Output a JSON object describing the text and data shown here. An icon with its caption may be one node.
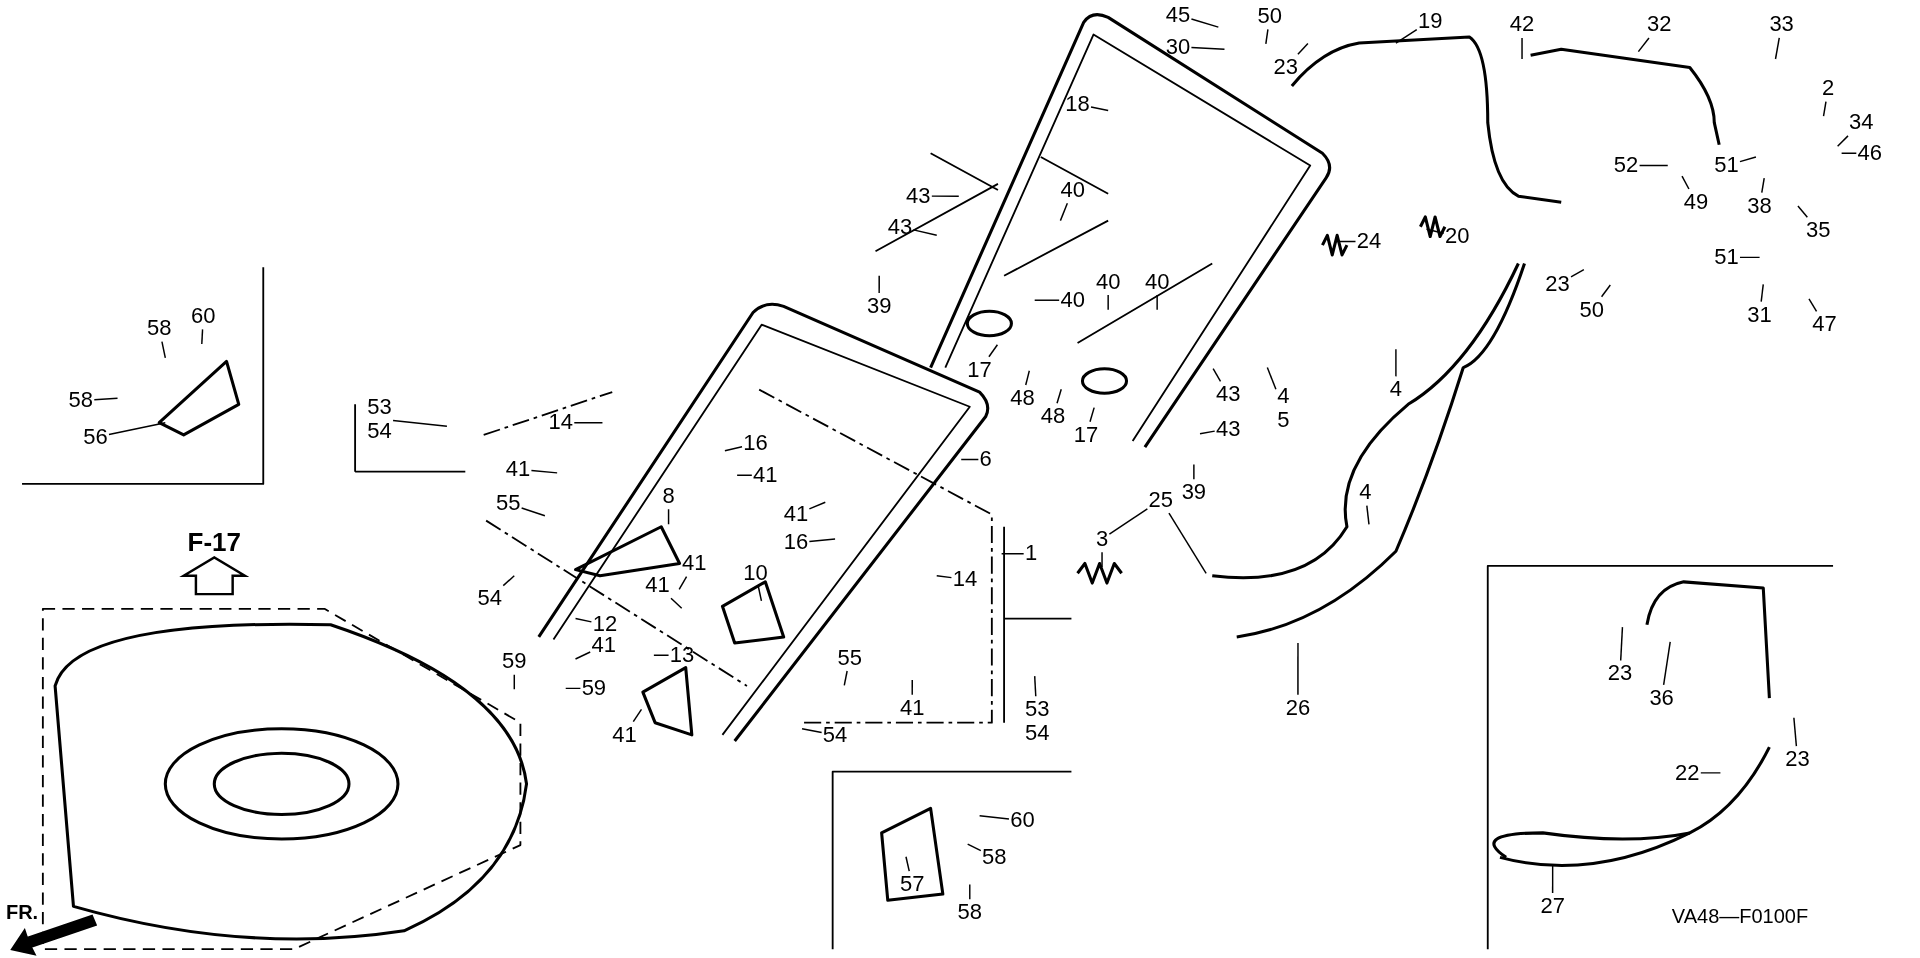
{
  "diagram": {
    "nodes": [
      {
        "text": [
          "45"
        ]
      },
      {
        "text": [
          "30"
        ]
      },
      {
        "text": [
          "50"
        ]
      },
      {
        "text": [
          "23"
        ]
      },
      {
        "text": [
          "19"
        ]
      },
      {
        "text": [
          "42"
        ]
      },
      {
        "text": [
          "32"
        ]
      },
      {
        "text": [
          "33"
        ]
      },
      {
        "text": [
          "2"
        ]
      },
      {
        "text": [
          "34"
        ]
      },
      {
        "text": [
          "46"
        ]
      },
      {
        "text": [
          "52"
        ]
      },
      {
        "text": [
          "51"
        ]
      },
      {
        "text": [
          "38"
        ]
      },
      {
        "text": [
          "49"
        ]
      },
      {
        "text": [
          "35"
        ]
      },
      {
        "text": [
          "51"
        ]
      },
      {
        "text": [
          "31"
        ]
      },
      {
        "text": [
          "47"
        ]
      },
      {
        "text": [
          "18"
        ]
      },
      {
        "text": [
          "43"
        ]
      },
      {
        "text": [
          "43"
        ]
      },
      {
        "text": [
          "40"
        ]
      },
      {
        "text": [
          "40"
        ]
      },
      {
        "text": [
          "40"
        ]
      },
      {
        "text": [
          "40"
        ]
      },
      {
        "text": [
          "24"
        ]
      },
      {
        "text": [
          "20"
        ]
      },
      {
        "text": [
          "23"
        ]
      },
      {
        "text": [
          "50"
        ]
      },
      {
        "text": [
          "39"
        ]
      },
      {
        "text": [
          "17"
        ]
      },
      {
        "text": [
          "48"
        ]
      },
      {
        "text": [
          "48"
        ]
      },
      {
        "text": [
          "17"
        ]
      },
      {
        "text": [
          "43"
        ]
      },
      {
        "text": [
          "43"
        ]
      },
      {
        "text": [
          "4",
          "5"
        ]
      },
      {
        "text": [
          "4"
        ]
      },
      {
        "text": [
          "4"
        ]
      },
      {
        "text": [
          "39"
        ]
      },
      {
        "text": [
          "25"
        ]
      },
      {
        "text": [
          "3"
        ]
      },
      {
        "text": [
          "26"
        ]
      },
      {
        "text": [
          "53",
          "54"
        ]
      },
      {
        "text": [
          "14"
        ]
      },
      {
        "text": [
          "16"
        ]
      },
      {
        "text": [
          "41"
        ]
      },
      {
        "text": [
          "6"
        ]
      },
      {
        "text": [
          "41"
        ]
      },
      {
        "text": [
          "8"
        ]
      },
      {
        "text": [
          "55"
        ]
      },
      {
        "text": [
          "41"
        ]
      },
      {
        "text": [
          "16"
        ]
      },
      {
        "text": [
          "1"
        ]
      },
      {
        "text": [
          "41"
        ]
      },
      {
        "text": [
          "41"
        ]
      },
      {
        "text": [
          "10"
        ]
      },
      {
        "text": [
          "14"
        ]
      },
      {
        "text": [
          "54"
        ]
      },
      {
        "text": [
          "12"
        ]
      },
      {
        "text": [
          "41"
        ]
      },
      {
        "text": [
          "59"
        ]
      },
      {
        "text": [
          "59"
        ]
      },
      {
        "text": [
          "41"
        ]
      },
      {
        "text": [
          "13"
        ]
      },
      {
        "text": [
          "55"
        ]
      },
      {
        "text": [
          "41"
        ]
      },
      {
        "text": [
          "54"
        ]
      },
      {
        "text": [
          "53",
          "54"
        ]
      },
      {
        "text": [
          "58"
        ]
      },
      {
        "text": [
          "60"
        ]
      },
      {
        "text": [
          "58"
        ]
      },
      {
        "text": [
          "56"
        ]
      },
      {
        "text": [
          "60"
        ]
      },
      {
        "text": [
          "58"
        ]
      },
      {
        "text": [
          "57"
        ]
      },
      {
        "text": [
          "58"
        ]
      },
      {
        "text": [
          "23"
        ]
      },
      {
        "text": [
          "36"
        ]
      },
      {
        "text": [
          "23"
        ]
      },
      {
        "text": [
          "22"
        ]
      },
      {
        "text": [
          "27"
        ]
      }
    ],
    "edges": [
      {
        "from": 0,
        "to": null,
        "arrow": "none"
      },
      {
        "from": 1,
        "to": null,
        "arrow": "none"
      },
      {
        "from": 2,
        "to": null,
        "arrow": "none"
      },
      {
        "from": 3,
        "to": null,
        "arrow": "none"
      },
      {
        "from": 4,
        "to": null,
        "arrow": "none"
      },
      {
        "from": 5,
        "to": null,
        "arrow": "none"
      },
      {
        "from": 6,
        "to": null,
        "arrow": "none"
      },
      {
        "from": 7,
        "to": null,
        "arrow": "none"
      },
      {
        "from": 8,
        "to": null,
        "arrow": "none"
      },
      {
        "from": 9,
        "to": null,
        "arrow": "none"
      },
      {
        "from": 10,
        "to": null,
        "arrow": "none"
      },
      {
        "from": 11,
        "to": null,
        "arrow": "none"
      },
      {
        "from": 12,
        "to": null,
        "arrow": "none"
      },
      {
        "from": 13,
        "to": null,
        "arrow": "none"
      },
      {
        "from": 14,
        "to": null,
        "arrow": "none"
      },
      {
        "from": 15,
        "to": null,
        "arrow": "none"
      },
      {
        "from": 16,
        "to": null,
        "arrow": "none"
      },
      {
        "from": 17,
        "to": null,
        "arrow": "none"
      },
      {
        "from": 18,
        "to": null,
        "arrow": "none"
      },
      {
        "from": 19,
        "to": null,
        "arrow": "none"
      },
      {
        "from": 20,
        "to": null,
        "arrow": "none"
      },
      {
        "from": 21,
        "to": null,
        "arrow": "none"
      },
      {
        "from": 22,
        "to": null,
        "arrow": "none"
      },
      {
        "from": 23,
        "to": null,
        "arrow": "none"
      },
      {
        "from": 24,
        "to": null,
        "arrow": "none"
      },
      {
        "from": 25,
        "to": null,
        "arrow": "none"
      },
      {
        "from": 26,
        "to": null,
        "arrow": "none"
      },
      {
        "from": 27,
        "to": null,
        "arrow": "none"
      },
      {
        "from": 28,
        "to": null,
        "arrow": "none"
      },
      {
        "from": 29,
        "to": null,
        "arrow": "none"
      },
      {
        "from": 30,
        "to": null,
        "arrow": "none"
      },
      {
        "from": 31,
        "to": null,
        "arrow": "none"
      },
      {
        "from": 32,
        "to": null,
        "arrow": "none"
      },
      {
        "from": 33,
        "to": null,
        "arrow": "none"
      },
      {
        "from": 34,
        "to": null,
        "arrow": "none"
      },
      {
        "from": 35,
        "to": null,
        "arrow": "none"
      },
      {
        "from": 36,
        "to": null,
        "arrow": "none"
      },
      {
        "from": 37,
        "to": null,
        "arrow": "none"
      },
      {
        "from": 38,
        "to": null,
        "arrow": "none"
      },
      {
        "from": 39,
        "to": null,
        "arrow": "none"
      },
      {
        "from": 40,
        "to": null,
        "arrow": "none"
      },
      {
        "from": 41,
        "to": 42,
        "arrow": "none"
      },
      {
        "from": 41,
        "to": null,
        "arrow": "none"
      },
      {
        "from": 42,
        "to": null,
        "arrow": "none"
      },
      {
        "from": 43,
        "to": null,
        "arrow": "none"
      },
      {
        "from": 44,
        "to": null,
        "arrow": "none"
      },
      {
        "from": 45,
        "to": null,
        "arrow": "none"
      },
      {
        "from": 46,
        "to": null,
        "arrow": "none"
      },
      {
        "from": 47,
        "to": null,
        "arrow": "none"
      },
      {
        "from": 48,
        "to": null,
        "arrow": "none"
      },
      {
        "from": 49,
        "to": null,
        "arrow": "none"
      },
      {
        "from": 50,
        "to": null,
        "arrow": "none"
      },
      {
        "from": 51,
        "to": null,
        "arrow": "none"
      },
      {
        "from": 52,
        "to": null,
        "arrow": "none"
      },
      {
        "from": 53,
        "to": null,
        "arrow": "none"
      },
      {
        "from": 54,
        "to": null,
        "arrow": "none"
      },
      {
        "from": 55,
        "to": null,
        "arrow": "none"
      },
      {
        "from": 56,
        "to": null,
        "arrow": "none"
      },
      {
        "from": 57,
        "to": null,
        "arrow": "none"
      },
      {
        "from": 58,
        "to": null,
        "arrow": "none"
      },
      {
        "from": 59,
        "to": null,
        "arrow": "none"
      },
      {
        "from": 60,
        "to": null,
        "arrow": "none"
      },
      {
        "from": 61,
        "to": null,
        "arrow": "none"
      },
      {
        "from": 62,
        "to": null,
        "arrow": "none"
      },
      {
        "from": 63,
        "to": null,
        "arrow": "none"
      },
      {
        "from": 64,
        "to": null,
        "arrow": "none"
      },
      {
        "from": 65,
        "to": null,
        "arrow": "none"
      },
      {
        "from": 66,
        "to": null,
        "arrow": "none"
      },
      {
        "from": 67,
        "to": null,
        "arrow": "none"
      },
      {
        "from": 68,
        "to": null,
        "arrow": "none"
      },
      {
        "from": 69,
        "to": null,
        "arrow": "none"
      },
      {
        "from": 70,
        "to": null,
        "arrow": "none"
      },
      {
        "from": 71,
        "to": null,
        "arrow": "none"
      },
      {
        "from": 72,
        "to": null,
        "arrow": "none"
      },
      {
        "from": 73,
        "to": null,
        "arrow": "none"
      },
      {
        "from": 74,
        "to": null,
        "arrow": "none"
      },
      {
        "from": 75,
        "to": null,
        "arrow": "none"
      },
      {
        "from": 76,
        "to": null,
        "arrow": "none"
      },
      {
        "from": 77,
        "to": null,
        "arrow": "none"
      },
      {
        "from": 78,
        "to": null,
        "arrow": "none"
      },
      {
        "from": 79,
        "to": null,
        "arrow": "none"
      },
      {
        "from": 80,
        "to": null,
        "arrow": "none"
      },
      {
        "from": 81,
        "to": null,
        "arrow": "none"
      },
      {
        "from": 82,
        "to": null,
        "arrow": "none"
      }
    ],
    "labels": [
      "F-17",
      "FR.",
      "VA48—F0100F"
    ]
  }
}
